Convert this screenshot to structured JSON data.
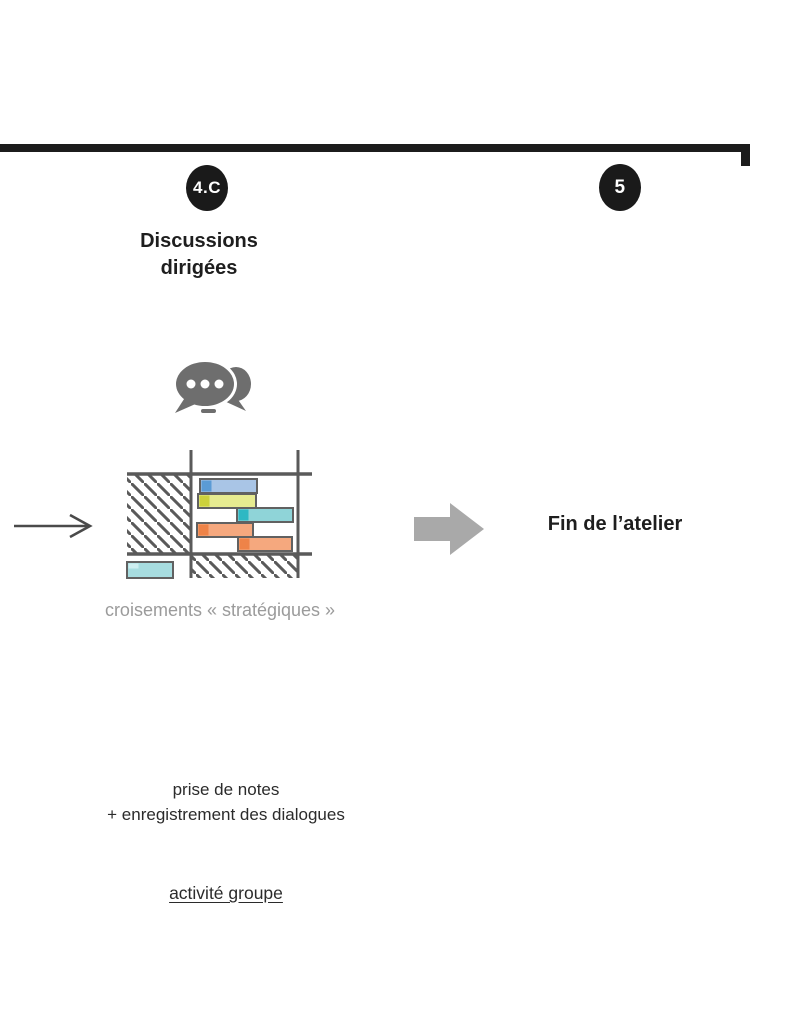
{
  "timeline": {
    "bar_color": "#1c1c1c",
    "badge_4c": "4.C",
    "badge_5": "5"
  },
  "step_discussions": {
    "title_line1": "Discussions",
    "title_line2": "dirigées",
    "caption": "croisements « stratégiques »",
    "note_line1": "prise de notes",
    "note_line2": "+ enregistrement des dialogues",
    "activity_label": "activité groupe"
  },
  "step_end": {
    "title": "Fin de l’atelier"
  },
  "icons": {
    "chat_bubbles": "chat-bubbles-icon",
    "matrix": "strategy-matrix-icon",
    "block_arrow": "right-block-arrow-icon",
    "line_arrow": "right-line-arrow-icon"
  },
  "colors": {
    "ink": "#1c1c1c",
    "grid_gray": "#5a5a5a",
    "bar_border_gray": "#616161",
    "icon_gray": "#6e6e6e",
    "block_arrow_gray": "#a9a9a9",
    "line_arrow_gray": "#4a4a4a",
    "caption_gray": "#9b9b9b",
    "bar_blue_fill": "#a9c5e6",
    "bar_blue_accent": "#5b9bd5",
    "bar_yellow_fill": "#e6eb90",
    "bar_yellow_accent": "#ccd13c",
    "bar_teal_fill": "#8fd4d8",
    "bar_teal_accent": "#2fb8c3",
    "bar_orange_fill": "#f5a87e",
    "bar_orange_accent": "#ee8348",
    "bar_teal_light_fill": "#a7dde0",
    "bar_teal_light_accent": "#cdeef0"
  }
}
